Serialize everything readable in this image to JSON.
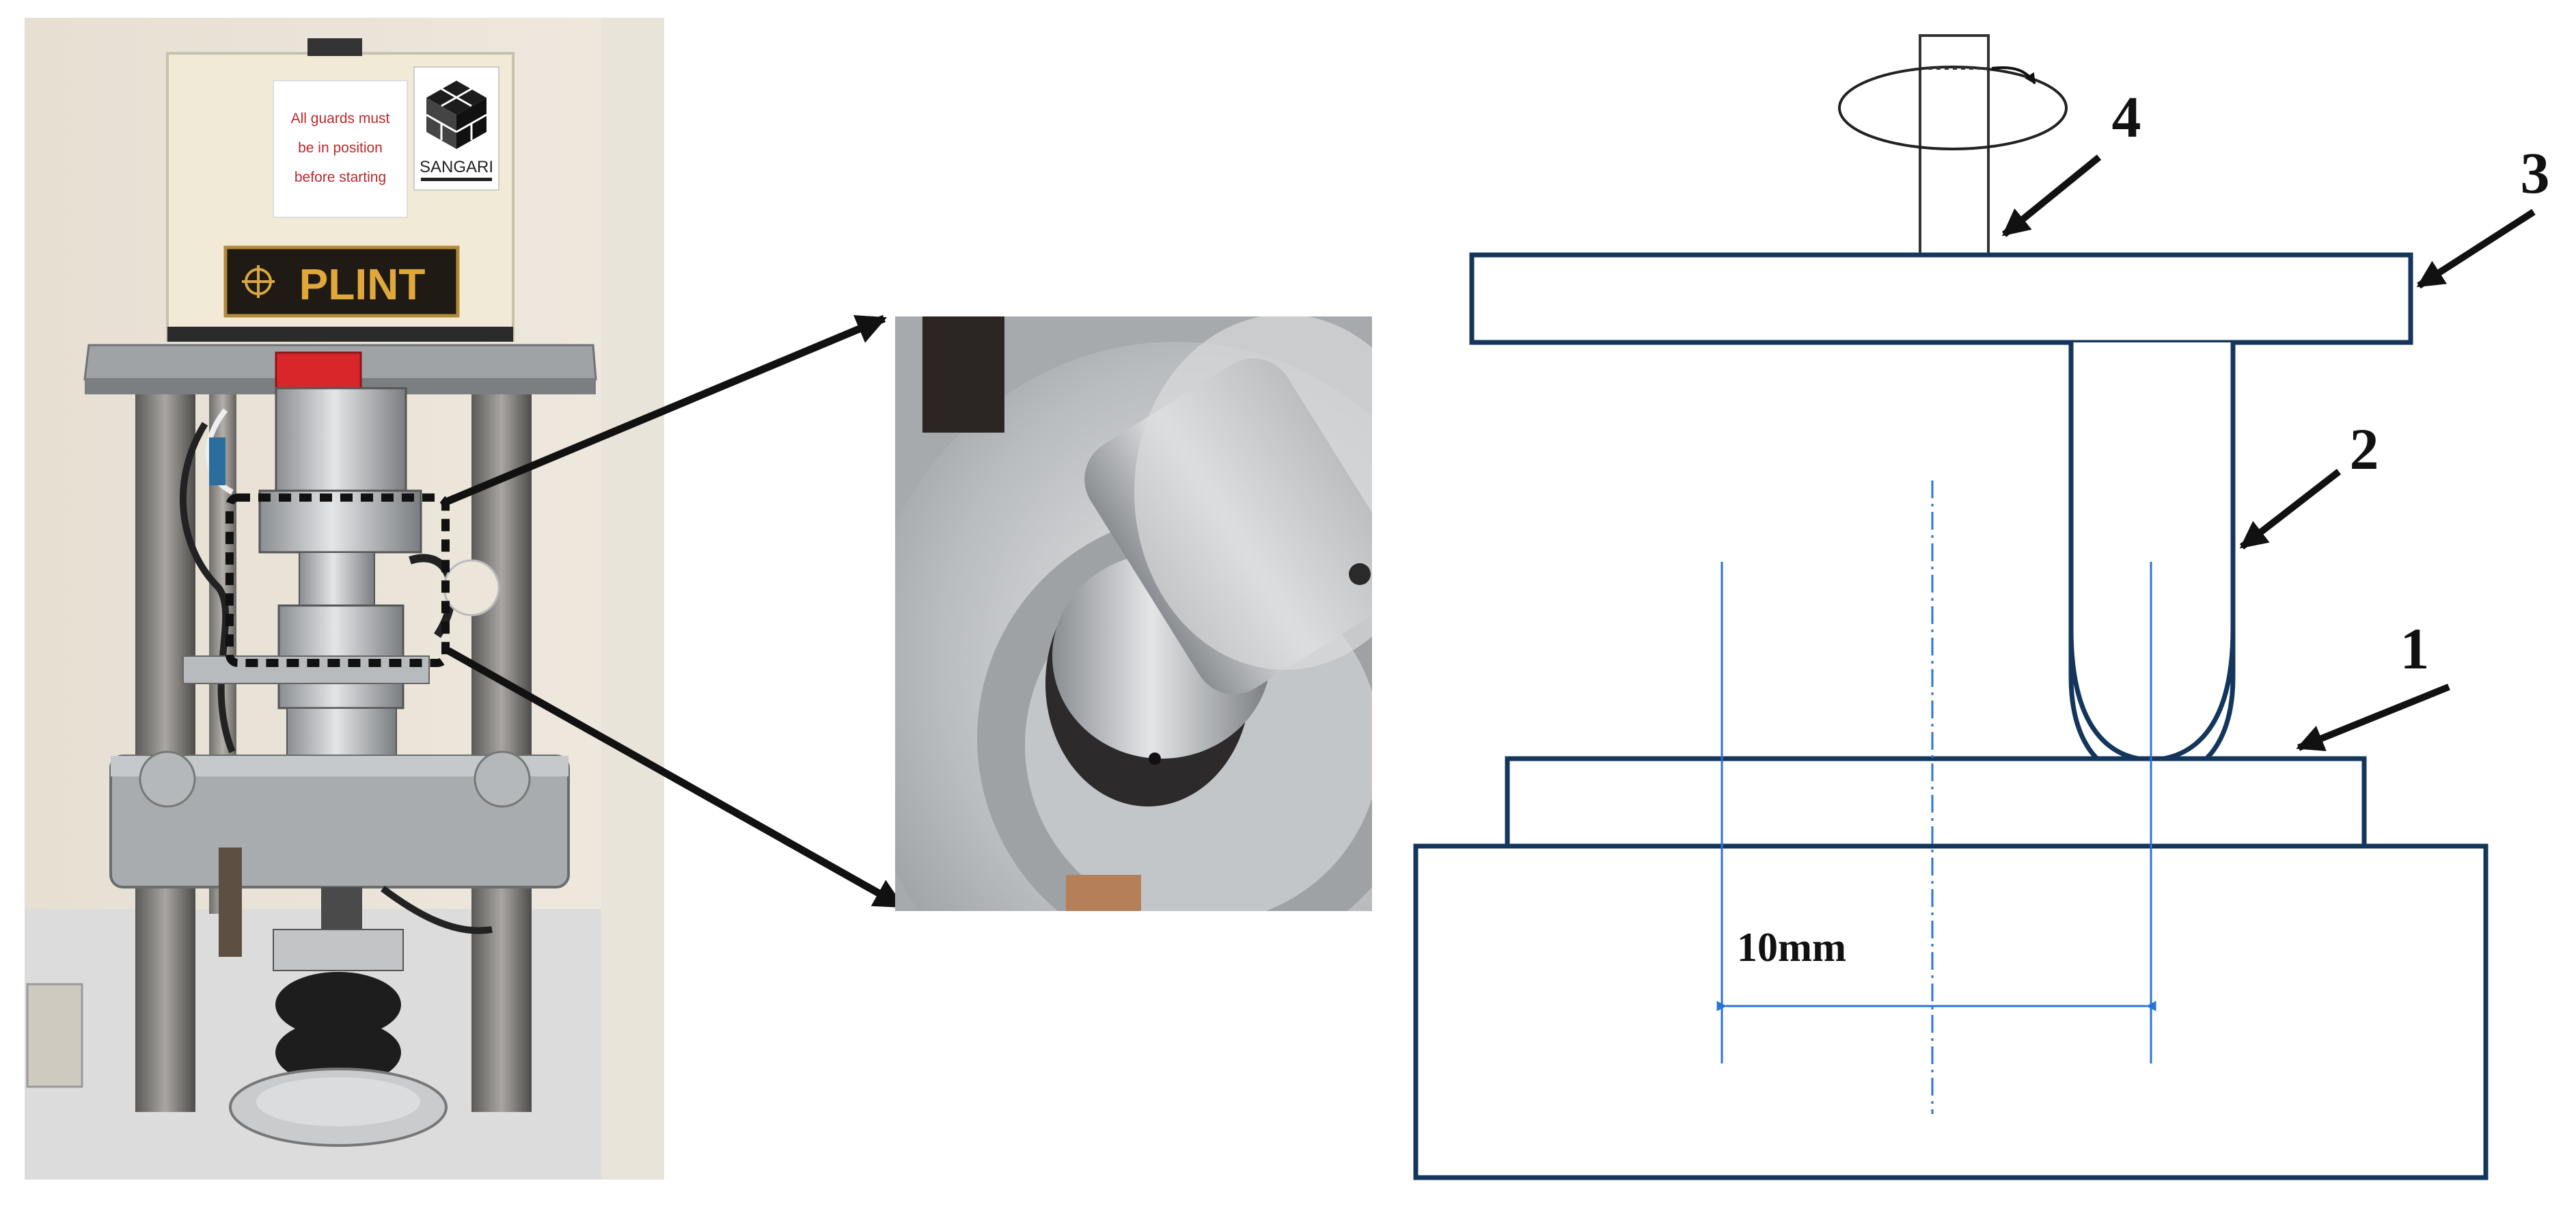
{
  "photo": {
    "warning_sign": [
      "All guards must",
      "be in position",
      "before starting"
    ],
    "brand_logo": "SANGARI",
    "machine_name": "PLINT"
  },
  "diagram": {
    "callouts": [
      "1",
      "2",
      "3",
      "4"
    ],
    "dimension_label": "10mm"
  },
  "colors": {
    "outline": "#14365c",
    "guide": "#2a74d8",
    "warning_text": "#c0262c",
    "arrow": "#111111"
  }
}
